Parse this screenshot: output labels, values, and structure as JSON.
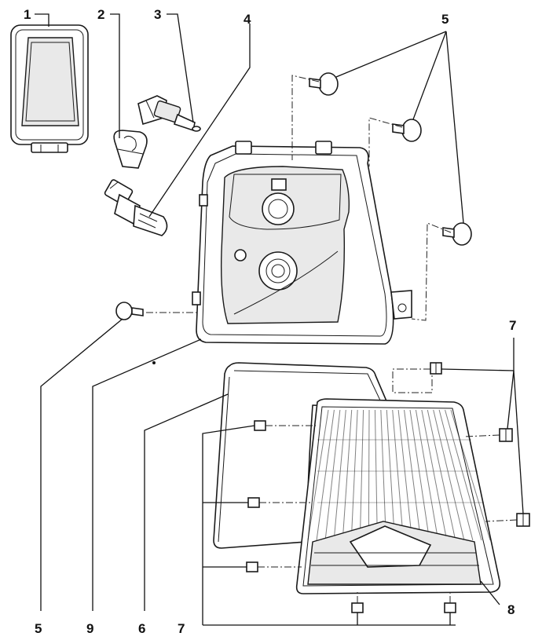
{
  "callouts": {
    "c1": "1",
    "c2": "2",
    "c3": "3",
    "c4": "4",
    "c5_top": "5",
    "c5_bottom": "5",
    "c7_right": "7",
    "c7_bottom": "7",
    "c6": "6",
    "c8": "8",
    "c9": "9"
  }
}
